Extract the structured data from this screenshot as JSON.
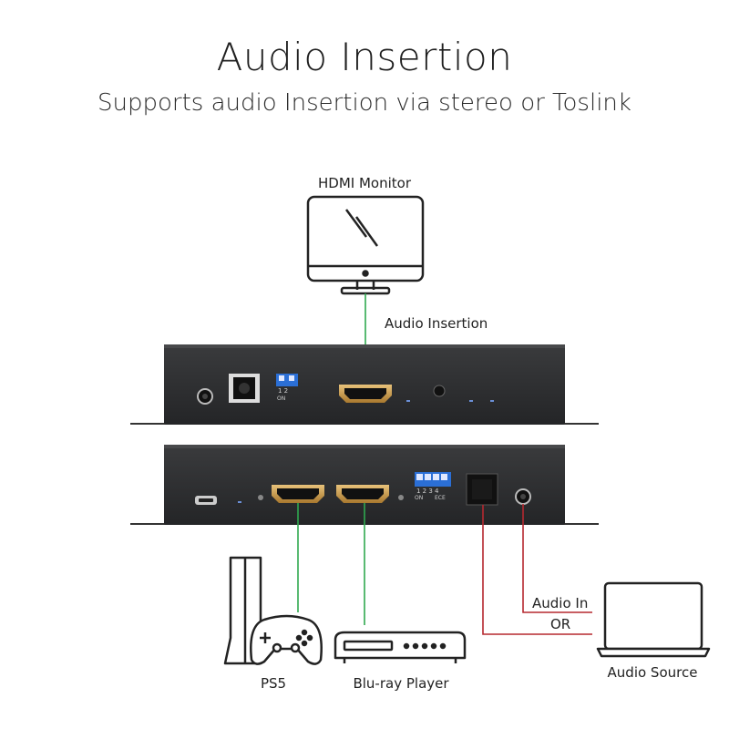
{
  "header": {
    "title": "Audio Insertion",
    "subtitle": "Supports audio Insertion via stereo or Toslink"
  },
  "devices": {
    "monitor_label": "HDMI Monitor",
    "ps5_label": "PS5",
    "bluray_label": "Blu-ray Player",
    "audio_source_label": "Audio Source"
  },
  "connections": {
    "audio_insertion_label": "Audio Insertion",
    "audio_in_label": "Audio In",
    "or_label": "OR"
  },
  "switches": {
    "top_numbers": "1 2",
    "top_on": "ON",
    "bottom_numbers": "1 2 3 4",
    "bottom_on": "ON",
    "bottom_ece": "ECE"
  },
  "colors": {
    "hdmi_line": "#2fa84f",
    "audio_line": "#b5282f",
    "device_body": "#2b2c2e",
    "dip_switch": "#2b6fd6",
    "connector_gold": "#c99a4a"
  }
}
